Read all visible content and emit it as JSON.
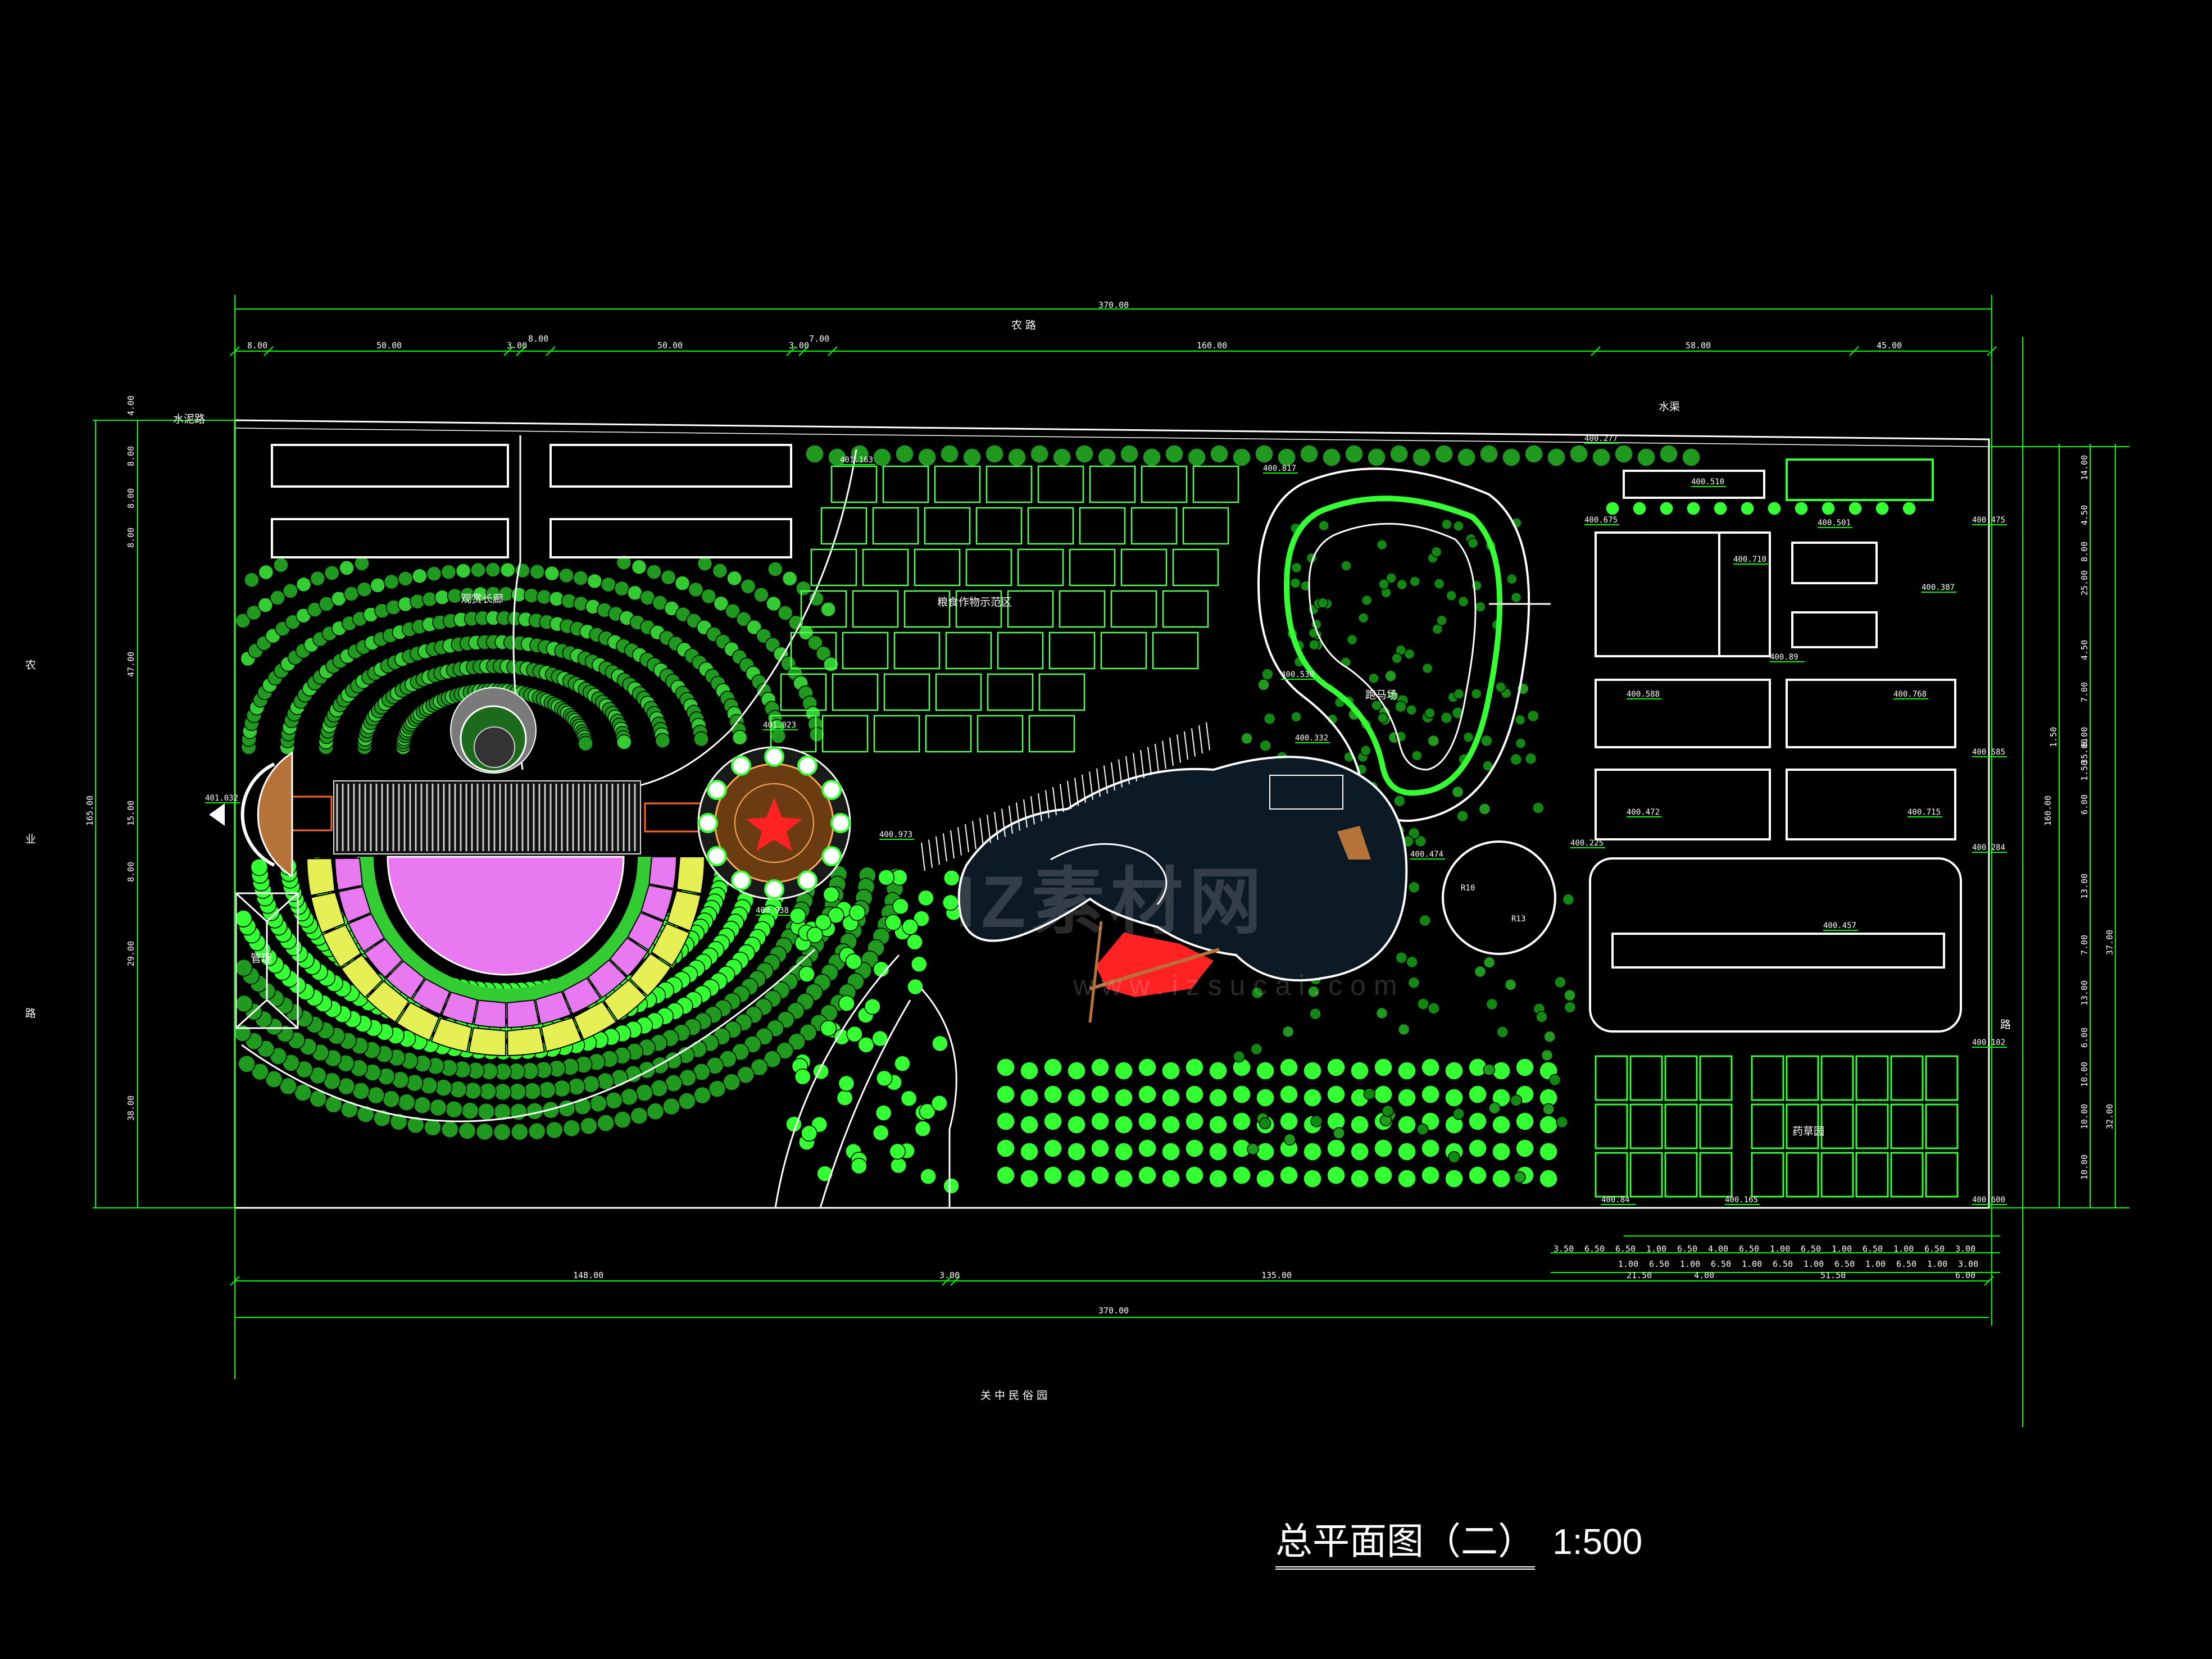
{
  "drawing": {
    "title": "总平面图（二）",
    "scale": "1:500",
    "watermark": "IZ素材网",
    "watermark_url": "www.izsucai.com"
  },
  "colors": {
    "background": "#000000",
    "boundary": "#ffffff",
    "dimension": "#00ff00",
    "tree_green": "#33ff33",
    "tree_dark": "#118811",
    "lawn_magenta": "#e879f0",
    "seat_yellow": "#e6f055",
    "plaza_brown": "#b5733a",
    "pavilion_red": "#ff2222"
  },
  "road_labels": {
    "top": "农 路",
    "bottom": "关 中 民 俗 园",
    "left": [
      "农",
      "业",
      "路"
    ],
    "right": "路"
  },
  "area_labels": {
    "grain_area": "粮食作物示范区",
    "avenue": "观赏长廊",
    "pond": "跑马场",
    "management": "管理",
    "herb_area": "药草园",
    "water_canal_left": "水泥路",
    "water_canal_right": "水渠"
  },
  "elevations": [
    "401.032",
    "401.023",
    "400.938",
    "400.973",
    "401.163",
    "400.817",
    "400.277",
    "400.510",
    "400.475",
    "400.501",
    "400.387",
    "400.675",
    "400.710",
    "400.89",
    "400.457",
    "400.588",
    "400.768",
    "400.472",
    "400.715",
    "400.585",
    "400.284",
    "400.225",
    "400.474",
    "400.530",
    "400.332",
    "400.102",
    "400.600",
    "400.84",
    "400.165"
  ],
  "top_dims": [
    "370.00",
    "8.00",
    "50.00",
    "3.00",
    "8.00",
    "50.00",
    "3.00",
    "7.00",
    "160.00",
    "58.00",
    "45.00"
  ],
  "bottom_dims": [
    "148.00",
    "3.00",
    "135.00",
    "370.00"
  ],
  "bottom_detail_dims_row1": [
    "3.50",
    "6.50",
    "6.50",
    "1.00",
    "6.50",
    "4.00",
    "6.50",
    "1.00",
    "6.50",
    "1.00",
    "6.50",
    "1.00",
    "6.50",
    "3.00"
  ],
  "bottom_detail_dims_row2": [
    "1.00",
    "6.50",
    "1.00",
    "6.50",
    "1.00",
    "6.50",
    "1.00",
    "6.50",
    "1.00",
    "6.50",
    "1.00",
    "3.00"
  ],
  "bottom_detail_dims_row3": [
    "21.50",
    "4.00",
    "51.50",
    "6.00"
  ],
  "left_dims": [
    "4.00",
    "8.00",
    "8.00",
    "8.00",
    "47.00",
    "15.00",
    "8.00",
    "29.00",
    "38.00",
    "165.00"
  ],
  "right_dims_inner": [
    "14.00",
    "4.50",
    "8.00",
    "25.00",
    "4.50",
    "7.00",
    "6.00",
    "35.00",
    "1.50",
    "6.00",
    "13.00",
    "7.00",
    "13.00",
    "6.00",
    "10.00",
    "10.00",
    "10.00"
  ],
  "right_dims_outer": [
    "1.50",
    "160.00",
    "37.00",
    "32.00"
  ]
}
